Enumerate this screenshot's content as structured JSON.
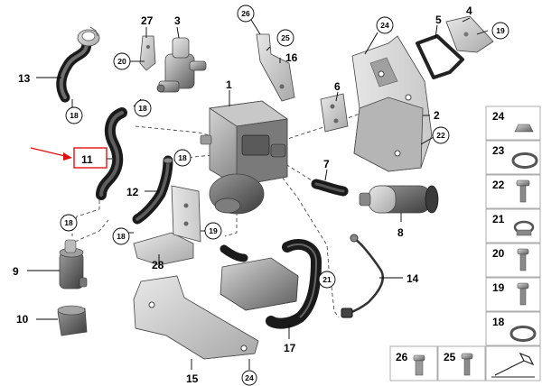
{
  "diagram": {
    "callouts": {
      "c27": "27",
      "c3": "3",
      "c26": "26",
      "c24a": "24",
      "c5": "5",
      "c4": "4",
      "c20a": "20",
      "c25a": "25",
      "c16": "16",
      "c19a": "19",
      "c13": "13",
      "c1": "1",
      "c6": "6",
      "c18a": "18",
      "c18b": "18",
      "c2": "2",
      "c22a": "22",
      "c11": "11",
      "c18c": "18",
      "c7": "7",
      "c12": "12",
      "c18d": "18",
      "c19b": "19",
      "c8": "8",
      "c18e": "18",
      "c9": "9",
      "c28": "28",
      "c21a": "21",
      "c14": "14",
      "c10": "10",
      "c17": "17",
      "c15": "15",
      "c24b": "24"
    },
    "legend": {
      "r1": "24",
      "r2": "23",
      "r3": "22",
      "r4": "21",
      "r5": "20",
      "r6": "19",
      "r7": "18",
      "b1": "26",
      "b2": "25"
    }
  }
}
